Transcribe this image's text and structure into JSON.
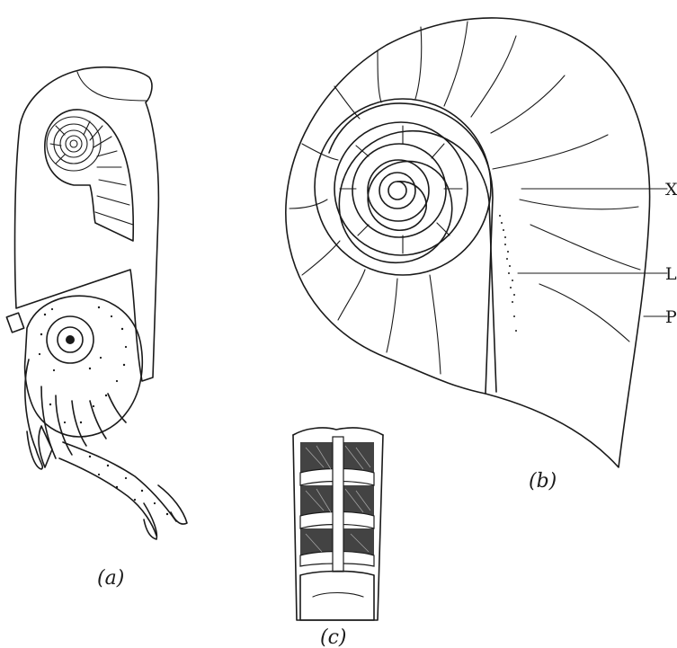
{
  "figure": {
    "panel_a_label": "(a)",
    "panel_b_label": "(b)",
    "panel_c_label": "(c)",
    "pointer_labels": {
      "x": "X",
      "l": "L",
      "p": "P"
    },
    "illustrations": {
      "panel_a": "nautilus-animal-in-shell-icon",
      "panel_b": "nautilus-shell-section-icon",
      "panel_c": "siphuncle-chamber-section-icon"
    },
    "ink_color": "#1a1a1a",
    "background_color": "#ffffff"
  }
}
